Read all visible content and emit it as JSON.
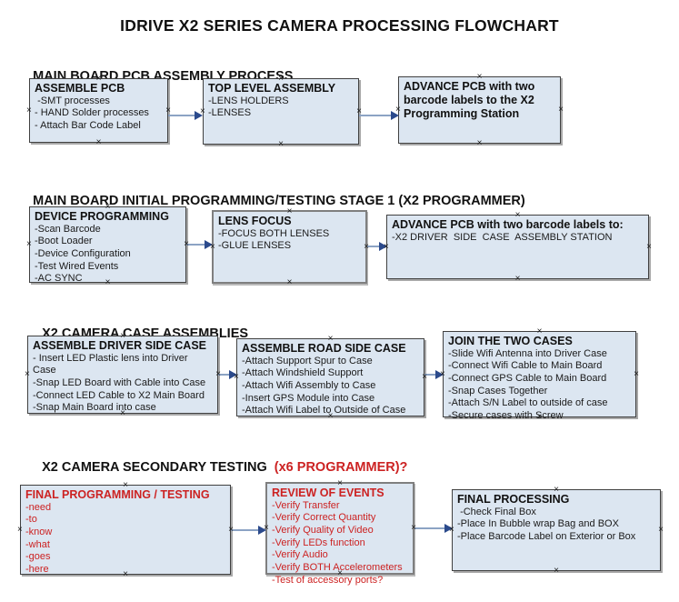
{
  "title": "IDRIVE X2  SERIES CAMERA PROCESSING FLOWCHART",
  "icons": {
    "connection_point": "×",
    "arrowhead": "right-arrowhead"
  },
  "colors": {
    "box_fill": "#dce6f1",
    "box_border": "#404040",
    "box_border_thick": "#7f7f7f",
    "arrow_line": "#8ca3c4",
    "arrow_head": "#2b4a8c",
    "red_text": "#cc2222",
    "black_text": "#111111"
  },
  "sections": [
    {
      "header": "MAIN BOARD PCB ASSEMBLY PROCESS",
      "boxes": [
        {
          "title": "ASSEMBLE PCB",
          "items": [
            " -SMT processes",
            "- HAND Solder processes",
            "- Attach Bar Code Label"
          ]
        },
        {
          "title": "TOP LEVEL ASSEMBLY",
          "items": [
            "-LENS HOLDERS",
            "-LENSES"
          ]
        },
        {
          "title": "ADVANCE PCB with two barcode labels to the X2 Programming Station",
          "items": []
        }
      ]
    },
    {
      "header": "MAIN BOARD INITIAL PROGRAMMING/TESTING STAGE 1 (X2 PROGRAMMER)",
      "boxes": [
        {
          "title": "DEVICE PROGRAMMING",
          "items": [
            "-Scan Barcode",
            "-Boot Loader",
            "-Device Configuration",
            "-Test Wired Events",
            "-AC SYNC"
          ]
        },
        {
          "title": "LENS FOCUS",
          "items": [
            "-FOCUS BOTH LENSES",
            "-GLUE LENSES"
          ]
        },
        {
          "title": "ADVANCE PCB with two barcode labels to:",
          "items": [
            "-X2 DRIVER  SIDE  CASE  ASSEMBLY STATION"
          ]
        }
      ]
    },
    {
      "header": "X2 CAMERA CASE ASSEMBLIES",
      "boxes": [
        {
          "title": "ASSEMBLE DRIVER SIDE CASE",
          "items": [
            "- Insert LED Plastic lens into Driver Case",
            "-Snap LED Board with Cable into Case",
            "-Connect LED Cable to X2 Main Board",
            "-Snap Main Board into case"
          ]
        },
        {
          "title": "ASSEMBLE ROAD SIDE CASE",
          "items": [
            "-Attach Support Spur to Case",
            "-Attach Windshield Support",
            "-Attach Wifi Assembly to Case",
            "-Insert GPS Module into Case",
            "-Attach Wifi Label to Outside of Case"
          ]
        },
        {
          "title": "JOIN THE TWO CASES",
          "items": [
            "-Slide Wifi Antenna into Driver Case",
            "-Connect Wifi Cable to Main Board",
            "-Connect GPS Cable to Main Board",
            "-Snap Cases Together",
            "-Attach S/N Label to outside of case",
            "-Secure cases with Screw"
          ]
        }
      ]
    },
    {
      "header": "X2 CAMERA SECONDARY TESTING ",
      "header_suffix": " (x6 PROGRAMMER)?",
      "boxes": [
        {
          "title": "FINAL PROGRAMMING / TESTING",
          "items": [
            "-need",
            "-to",
            "-know",
            "-what",
            "-goes",
            "-here"
          ]
        },
        {
          "title": "REVIEW OF EVENTS",
          "items": [
            "-Verify Transfer",
            "-Verify Correct Quantity",
            "-Verify Quality of Video",
            "-Verify LEDs function",
            "-Verify Audio",
            "-Verify BOTH Accelerometers",
            "-Test of accessory ports?"
          ]
        },
        {
          "title": "FINAL PROCESSING",
          "items": [
            " -Check Final Box",
            "-Place In Bubble wrap Bag and BOX",
            "-Place Barcode Label on Exterior or Box"
          ]
        }
      ]
    }
  ]
}
